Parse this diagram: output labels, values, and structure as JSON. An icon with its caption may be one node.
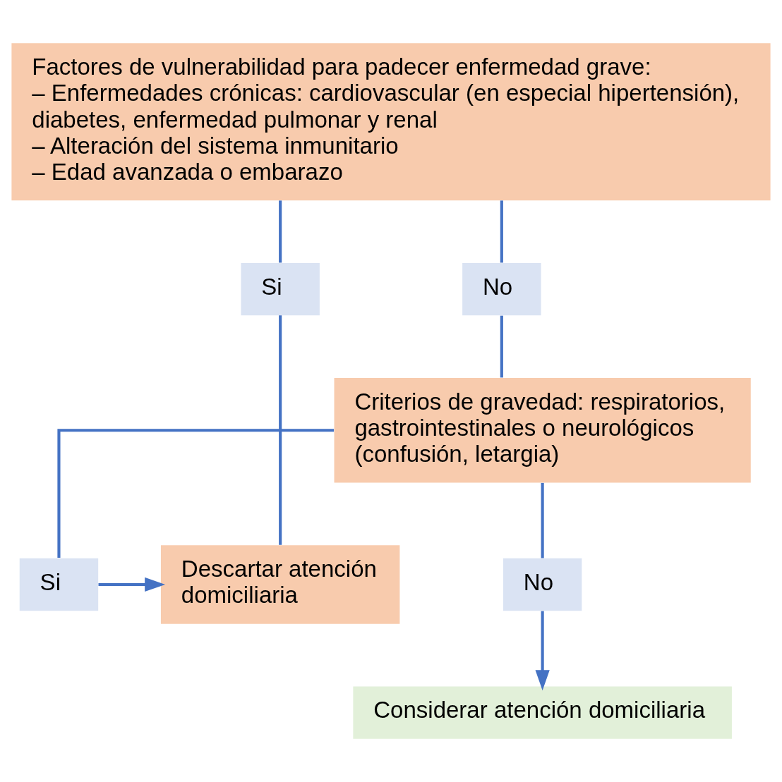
{
  "diagram": {
    "nodes": [
      {
        "text": [
          "Factores de vulnerabilidad para padecer enfermedad grave:",
          "– Enfermedades crónicas: cardiovascular (en especial hipertensión), diabetes, enfermedad pulmonar y renal",
          "– Alteración del sistema inmunitario",
          "– Edad avanzada o embarazo"
        ]
      },
      {
        "text": [
          "Si"
        ]
      },
      {
        "text": [
          "No"
        ]
      },
      {
        "text": [
          "Criterios de gravedad: respiratorios, gastrointestinales o neurológicos (confusión, letargia)"
        ]
      },
      {
        "text": [
          "Descartar atención domiciliaria"
        ]
      },
      {
        "text": [
          "Si"
        ]
      },
      {
        "text": [
          "No"
        ]
      },
      {
        "text": [
          "Considerar atención domiciliaria"
        ]
      }
    ],
    "edges": [
      {
        "from": 0,
        "to": 1,
        "arrow": "none"
      },
      {
        "from": 0,
        "to": 2,
        "arrow": "none"
      },
      {
        "from": 1,
        "to": 4,
        "arrow": "none"
      },
      {
        "from": 2,
        "to": 3,
        "arrow": "none"
      },
      {
        "from": 3,
        "to": 5,
        "arrow": "none"
      },
      {
        "from": 3,
        "to": 6,
        "arrow": "none"
      },
      {
        "from": 5,
        "to": 4,
        "arrow": "to"
      },
      {
        "from": 6,
        "to": 7,
        "arrow": "to"
      }
    ]
  }
}
